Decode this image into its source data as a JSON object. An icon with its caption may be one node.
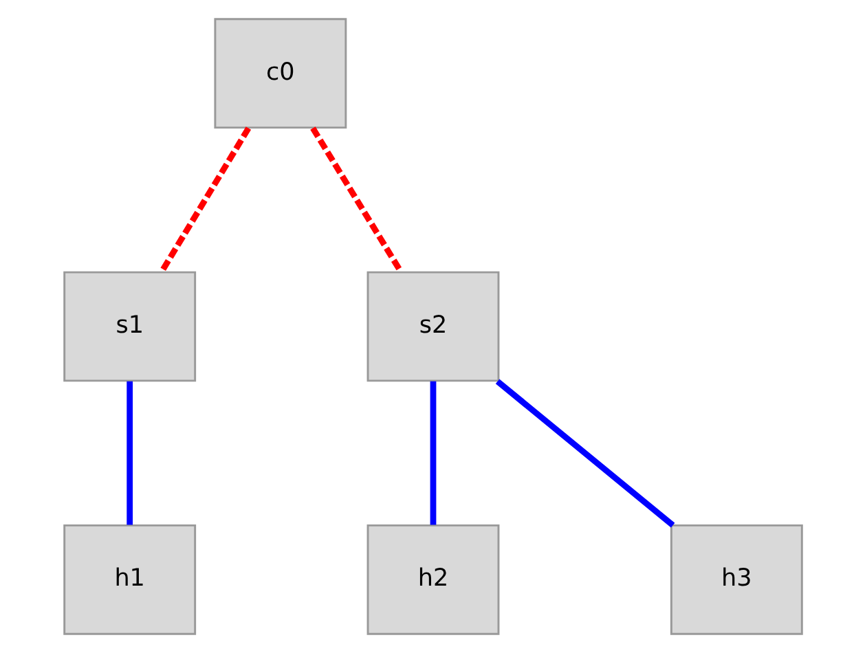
{
  "diagram": {
    "nodes": [
      {
        "text": [
          "c0"
        ]
      },
      {
        "text": [
          "s1"
        ]
      },
      {
        "text": [
          "s2"
        ]
      },
      {
        "text": [
          "h1"
        ]
      },
      {
        "text": [
          "h2"
        ]
      },
      {
        "text": [
          "h3"
        ]
      }
    ],
    "edges": [
      {
        "from": 0,
        "to": 1,
        "arrow": "none",
        "style": "dashed",
        "color": "#ff0000"
      },
      {
        "from": 0,
        "to": 2,
        "arrow": "none",
        "style": "dashed",
        "color": "#ff0000"
      },
      {
        "from": 1,
        "to": 3,
        "arrow": "none"
      },
      {
        "from": 2,
        "to": 4,
        "arrow": "none"
      },
      {
        "from": 2,
        "to": 5,
        "arrow": "none"
      }
    ]
  }
}
